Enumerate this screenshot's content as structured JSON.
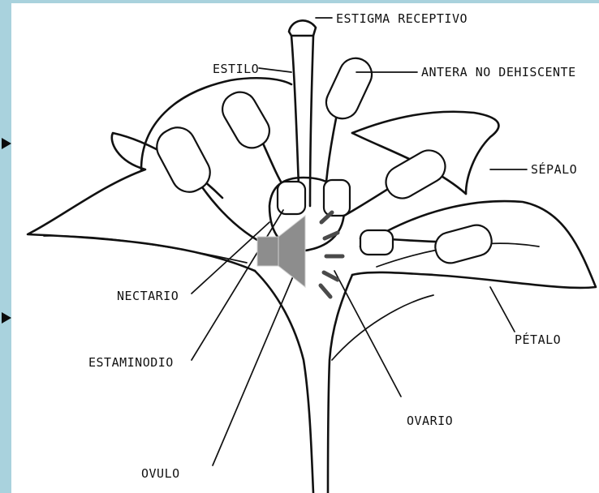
{
  "diagram": {
    "labels": {
      "estigma": "ESTIGMA RECEPTIVO",
      "estilo": "ESTILO",
      "antera": "ANTERA NO DEHISCENTE",
      "sepalo": "SÉPALO",
      "nectario": "NECTARIO",
      "petalo": "PÉTALO",
      "estaminodio": "ESTAMINODIO",
      "ovario": "OVARIO",
      "ovulo": "OVULO"
    }
  },
  "media": {
    "audio_icon": "speaker-icon"
  },
  "colors": {
    "frame": "#a9d2dd",
    "background": "#ffffff",
    "ink": "#111111",
    "speaker": "#8d8d8d"
  }
}
